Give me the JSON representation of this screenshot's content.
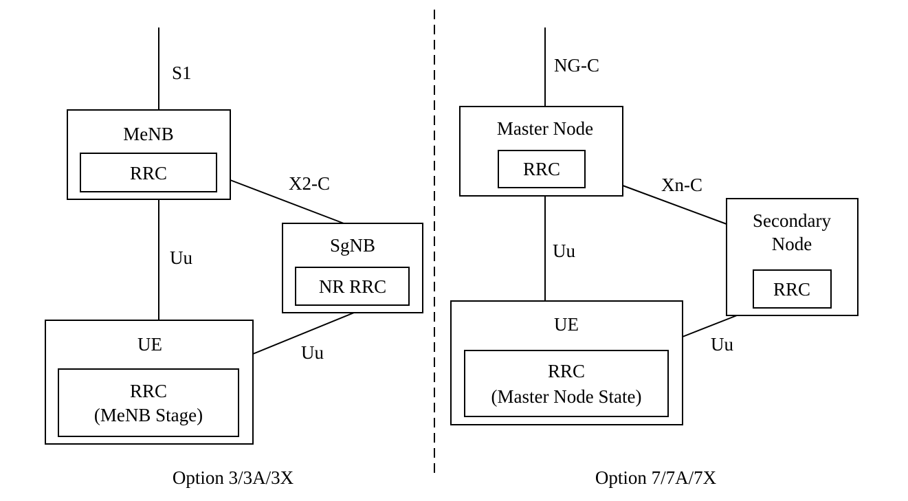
{
  "option3": {
    "caption": "Option 3/3A/3X",
    "core_interface": "S1",
    "node_interface": "X2-C",
    "ue_link_master": "Uu",
    "ue_link_secondary": "Uu",
    "master": {
      "title": "MeNB",
      "rrc": "RRC"
    },
    "secondary": {
      "title": "SgNB",
      "rrc": "NR RRC"
    },
    "ue": {
      "title": "UE",
      "rrc_line1": "RRC",
      "rrc_line2": "(MeNB Stage)"
    }
  },
  "option7": {
    "caption": "Option 7/7A/7X",
    "core_interface": "NG-C",
    "node_interface": "Xn-C",
    "ue_link_master": "Uu",
    "ue_link_secondary": "Uu",
    "master": {
      "title": "Master Node",
      "rrc": "RRC"
    },
    "secondary": {
      "title_line1": "Secondary",
      "title_line2": "Node",
      "rrc": "RRC"
    },
    "ue": {
      "title": "UE",
      "rrc_line1": "RRC",
      "rrc_line2": "(Master Node State)"
    }
  }
}
